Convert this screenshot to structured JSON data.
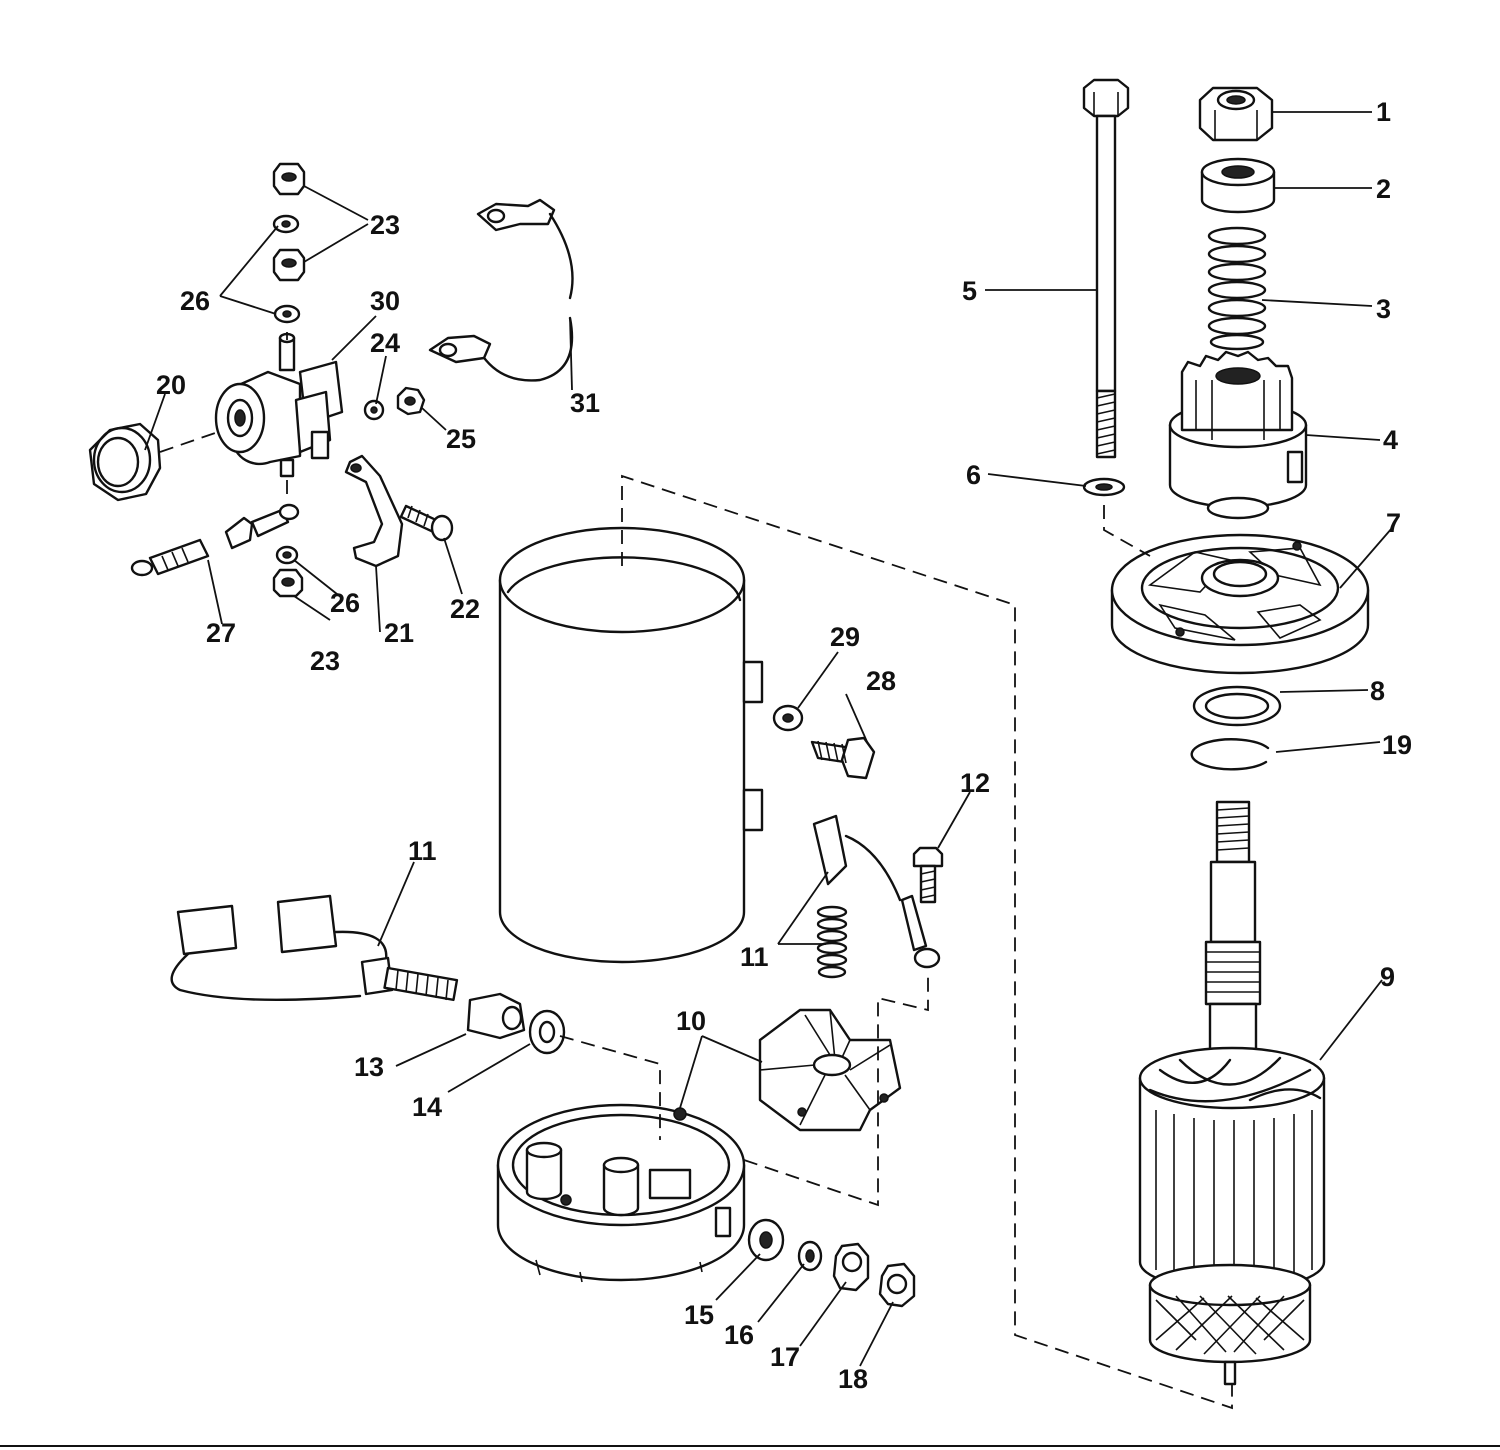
{
  "labels": {
    "l1": "1",
    "l2": "2",
    "l3": "3",
    "l4": "4",
    "l5": "5",
    "l6": "6",
    "l7": "7",
    "l8": "8",
    "l9": "9",
    "l10": "10",
    "l11a": "11",
    "l11b": "11",
    "l12": "12",
    "l13": "13",
    "l14": "14",
    "l15": "15",
    "l16": "16",
    "l17": "17",
    "l18": "18",
    "l19": "19",
    "l20": "20",
    "l21": "21",
    "l22": "22",
    "l23a": "23",
    "l23b": "23",
    "l24": "24",
    "l25": "25",
    "l26a": "26",
    "l26b": "26",
    "l27": "27",
    "l28": "28",
    "l29": "29",
    "l30": "30",
    "l31": "31"
  }
}
